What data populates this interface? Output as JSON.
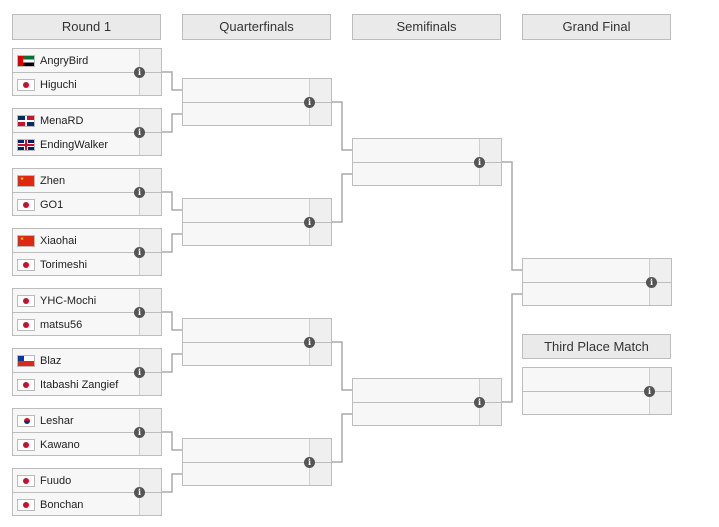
{
  "rounds": [
    "Round 1",
    "Quarterfinals",
    "Semifinals",
    "Grand Final"
  ],
  "third_place_label": "Third Place Match",
  "info_glyph": "i",
  "round1": [
    {
      "top": {
        "name": "AngryBird",
        "flag": "ae"
      },
      "bottom": {
        "name": "Higuchi",
        "flag": "jp"
      }
    },
    {
      "top": {
        "name": "MenaRD",
        "flag": "do"
      },
      "bottom": {
        "name": "EndingWalker",
        "flag": "gb"
      }
    },
    {
      "top": {
        "name": "Zhen",
        "flag": "cn"
      },
      "bottom": {
        "name": "GO1",
        "flag": "jp"
      }
    },
    {
      "top": {
        "name": "Xiaohai",
        "flag": "cn"
      },
      "bottom": {
        "name": "Torimeshi",
        "flag": "jp"
      }
    },
    {
      "top": {
        "name": "YHC-Mochi",
        "flag": "jp"
      },
      "bottom": {
        "name": "matsu56",
        "flag": "jp"
      }
    },
    {
      "top": {
        "name": "Blaz",
        "flag": "cl"
      },
      "bottom": {
        "name": "Itabashi Zangief",
        "flag": "jp"
      }
    },
    {
      "top": {
        "name": "Leshar",
        "flag": "kr"
      },
      "bottom": {
        "name": "Kawano",
        "flag": "jp"
      }
    },
    {
      "top": {
        "name": "Fuudo",
        "flag": "jp"
      },
      "bottom": {
        "name": "Bonchan",
        "flag": "jp"
      }
    }
  ]
}
